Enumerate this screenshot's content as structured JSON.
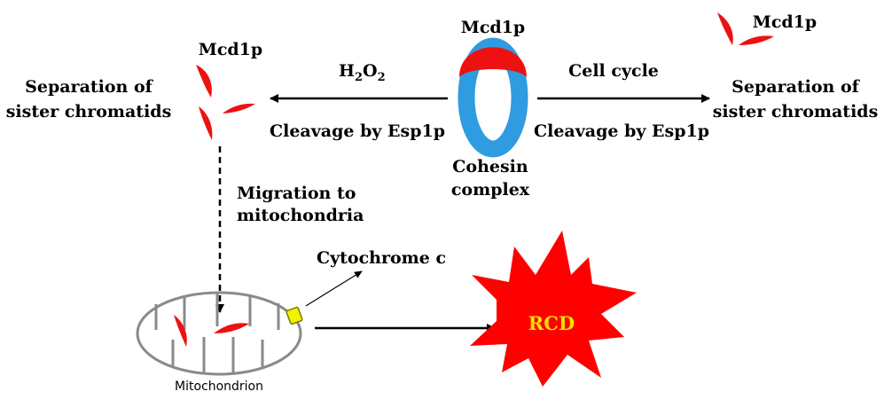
{
  "center": {
    "protein_label": "Mcd1p",
    "complex_line1": "Cohesin",
    "complex_line2": "complex"
  },
  "left_branch": {
    "trigger": {
      "h": "H",
      "sub1": "2",
      "o": "O",
      "sub2": "2"
    },
    "cleavage": "Cleavage by Esp1p",
    "protein_label": "Mcd1p",
    "result_line1": "Separation of",
    "result_line2": "sister chromatids",
    "migration_line1": "Migration to",
    "migration_line2": "mitochondria"
  },
  "right_branch": {
    "trigger": "Cell cycle",
    "cleavage": "Cleavage by Esp1p",
    "protein_label": "Mcd1p",
    "result_line1": "Separation of",
    "result_line2": "sister chromatids"
  },
  "bottom": {
    "cytochrome": "Cytochrome c",
    "mitochondrion": "Mitochondrion",
    "outcome": "RCD"
  },
  "colors": {
    "mcd1p": "#ee1111",
    "cohesin_ring": "#2f9be0",
    "mitochondrion_outline": "#8a8a8a",
    "cytochrome": "#f2f200",
    "rcd_star": "#ff0000",
    "rcd_text": "#f5e000"
  }
}
